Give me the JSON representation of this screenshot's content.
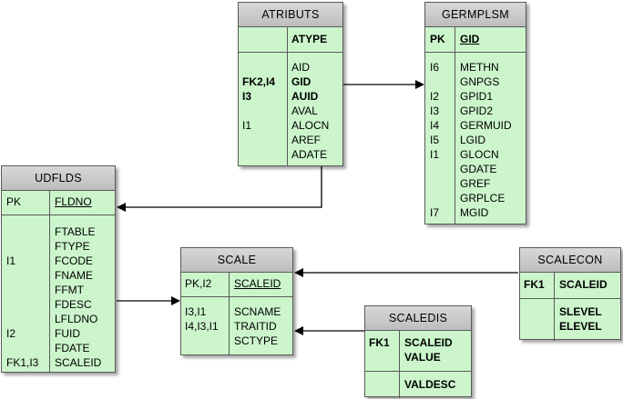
{
  "entities": {
    "atributs": {
      "name": "ATRIBUTS",
      "pk_keys": [
        ""
      ],
      "pk_cols": [
        "ATYPE"
      ],
      "keys": [
        "",
        "FK2,I4",
        "I3",
        "",
        "I1",
        "",
        ""
      ],
      "cols": [
        "AID",
        "GID",
        "AUID",
        "AVAL",
        "ALOCN",
        "AREF",
        "ADATE"
      ]
    },
    "germplsm": {
      "name": "GERMPLSM",
      "pk_keys": [
        "PK"
      ],
      "pk_cols": [
        "GID"
      ],
      "keys": [
        "I6",
        "",
        "I2",
        "I3",
        "I4",
        "I5",
        "I1",
        "",
        "",
        "",
        "I7"
      ],
      "cols": [
        "METHN",
        "GNPGS",
        "GPID1",
        "GPID2",
        "GERMUID",
        "LGID",
        "GLOCN",
        "GDATE",
        "GREF",
        "GRPLCE",
        "MGID"
      ]
    },
    "udflds": {
      "name": "UDFLDS",
      "pk_keys": [
        "PK"
      ],
      "pk_cols": [
        "FLDNO"
      ],
      "keys": [
        "",
        "",
        "I1",
        "",
        "",
        "",
        "",
        "I2",
        "",
        "FK1,I3"
      ],
      "cols": [
        "FTABLE",
        "FTYPE",
        "FCODE",
        "FNAME",
        "FFMT",
        "FDESC",
        "LFLDNO",
        "FUID",
        "FDATE",
        "SCALEID"
      ]
    },
    "scale": {
      "name": "SCALE",
      "pk_keys": [
        "PK,I2"
      ],
      "pk_cols": [
        "SCALEID"
      ],
      "keys": [
        "I3,I1",
        "I4,I3,I1",
        ""
      ],
      "cols": [
        "SCNAME",
        "TRAITID",
        "SCTYPE"
      ]
    },
    "scalecon": {
      "name": "SCALECON",
      "pk_keys": [
        "FK1"
      ],
      "pk_cols": [
        "SCALEID"
      ],
      "keys": [
        "",
        ""
      ],
      "cols": [
        "SLEVEL",
        "ELEVEL"
      ]
    },
    "scaledis": {
      "name": "SCALEDIS",
      "pk_keys": [
        "FK1",
        ""
      ],
      "pk_cols": [
        "SCALEID",
        "VALUE"
      ],
      "keys": [
        ""
      ],
      "cols": [
        "VALDESC"
      ]
    }
  }
}
